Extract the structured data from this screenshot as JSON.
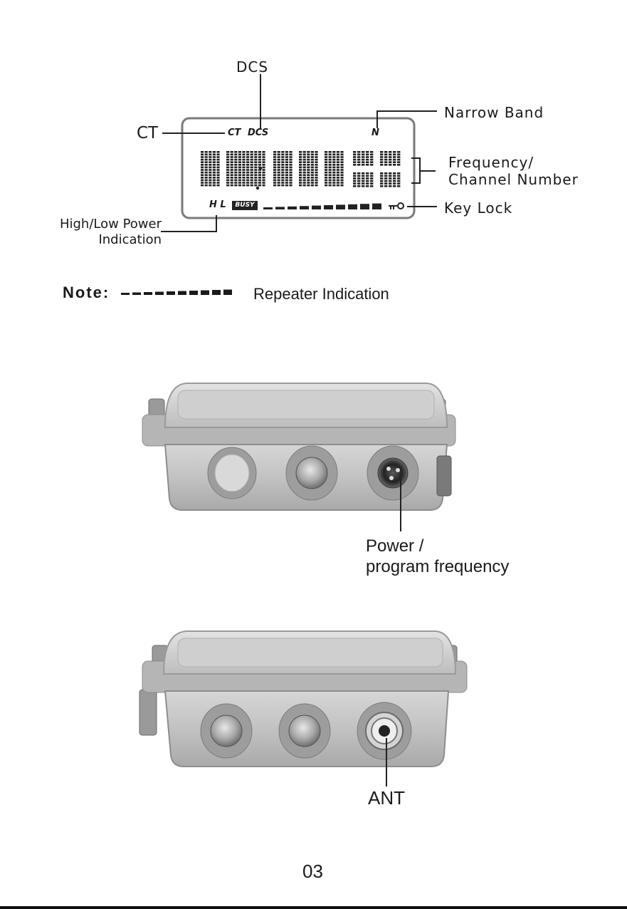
{
  "lcd": {
    "callout_dcs": "DCS",
    "callout_ct": "CT",
    "callout_narrow_band": "Narrow Band",
    "callout_frequency_line1": "Frequency/",
    "callout_frequency_line2": "Channel Number",
    "callout_key_lock": "Key Lock",
    "callout_power_line1": "High/Low Power",
    "callout_power_line2": "Indication",
    "screen_ct": "CT",
    "screen_dcs": "DCS",
    "screen_n": "N",
    "screen_hl": "H L",
    "screen_busy": "BUSY"
  },
  "note": {
    "label": "Note:",
    "text": "Repeater Indication"
  },
  "device_front": {
    "caption_line1": "Power /",
    "caption_line2": "program frequency"
  },
  "device_back": {
    "caption": "ANT"
  },
  "page_number": "03",
  "colors": {
    "housing": "#c4c4c4",
    "housing_dark": "#8d8d8d",
    "lcd_border": "#777777",
    "lcd_segment": "#222222"
  }
}
